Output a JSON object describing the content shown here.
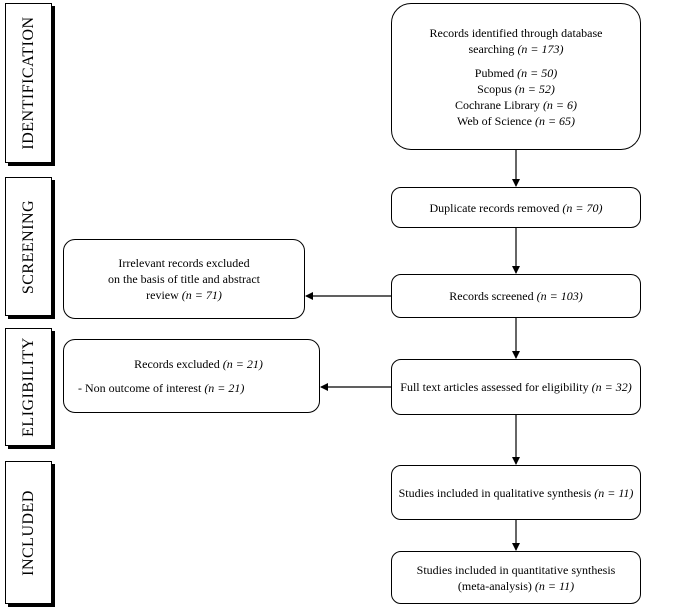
{
  "stages": {
    "identification": "IDENTIFICATION",
    "screening": "SCREENING",
    "eligibility": "ELIGIBILITY",
    "included": "INCLUDED"
  },
  "boxes": {
    "identified": {
      "line1": "Records identified through database",
      "line2_text": "searching",
      "line2_n": "(n = 173)",
      "sources": [
        {
          "name": "Pubmed",
          "n": "(n = 50)"
        },
        {
          "name": "Scopus",
          "n": "(n = 52)"
        },
        {
          "name": "Cochrane Library",
          "n": "(n = 6)"
        },
        {
          "name": "Web of Science",
          "n": "(n = 65)"
        }
      ]
    },
    "duplicates": {
      "text": "Duplicate records removed",
      "n": "(n = 70)"
    },
    "screened": {
      "text": "Records screened",
      "n": "(n = 103)"
    },
    "irrelevant": {
      "line1": "Irrelevant records excluded",
      "line2": "on the basis of title and abstract",
      "line3_text": "review",
      "line3_n": "(n = 71)"
    },
    "fulltext": {
      "text": "Full text articles assessed for eligibility",
      "n": "(n = 32)"
    },
    "excluded": {
      "line1_text": "Records excluded",
      "line1_n": "(n = 21)",
      "line2_text": "- Non outcome of interest",
      "line2_n": "(n = 21)"
    },
    "qualitative": {
      "text": "Studies included in qualitative synthesis",
      "n": "(n = 11)"
    },
    "quantitative": {
      "line1": "Studies included in quantitative synthesis",
      "line2_text": "(meta-analysis)",
      "line2_n": "(n = 11)"
    }
  },
  "colors": {
    "line": "#000000",
    "background": "#ffffff"
  }
}
